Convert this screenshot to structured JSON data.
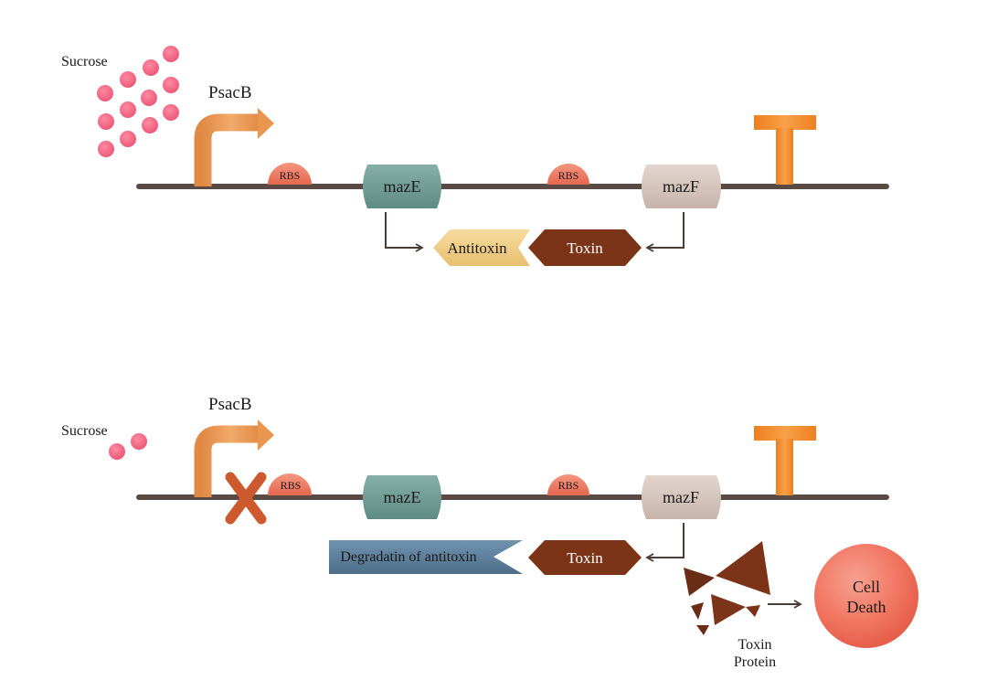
{
  "panel_top": {
    "sucrose_label": "Sucrose",
    "promoter_label": "PsacB",
    "rbs1_label": "RBS",
    "rbs2_label": "RBS",
    "gene1_label": "mazE",
    "gene2_label": "mazF",
    "antitoxin_label": "Antitoxin",
    "toxin_label": "Toxin"
  },
  "panel_bottom": {
    "sucrose_label": "Sucrose",
    "promoter_label": "PsacB",
    "rbs1_label": "RBS",
    "rbs2_label": "RBS",
    "gene1_label": "mazE",
    "gene2_label": "mazF",
    "degradation_label": "Degradatin of antitoxin",
    "toxin_label": "Toxin",
    "toxin_protein_label_line1": "Toxin",
    "toxin_protein_label_line2": "Protein",
    "cell_death_label_line1": "Cell",
    "cell_death_label_line2": "Death"
  },
  "colors": {
    "dna_line": "#5a4a44",
    "sucrose": "#f0617f",
    "promoter": "#e89650",
    "rbs": "#ef7a62",
    "mazE": "#6f9c93",
    "mazF": "#d5c6be",
    "terminator": "#f28b2c",
    "antitoxin": "#f0cf88",
    "toxin": "#7c3418",
    "degradation": "#5d7f9c",
    "block_x": "#cd5a2f",
    "cell": "#f06a57"
  }
}
